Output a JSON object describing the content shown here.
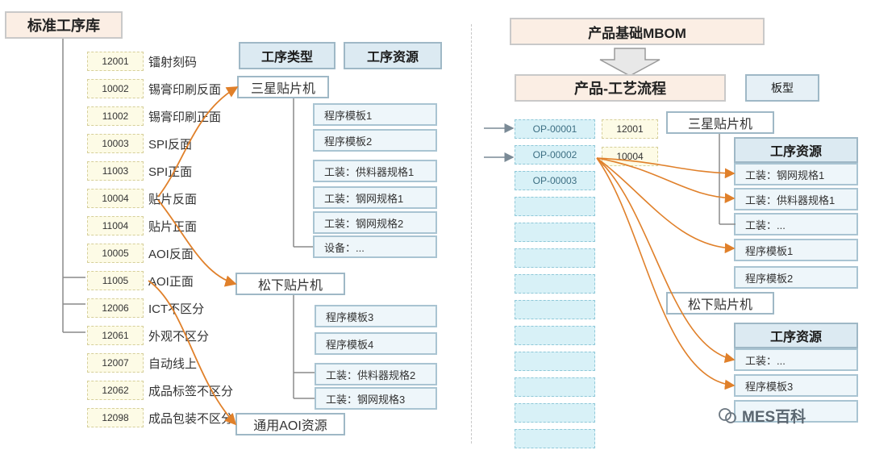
{
  "left": {
    "title": "标准工序库",
    "process_type_header": "工序类型",
    "process_resource_header": "工序资源",
    "processes": [
      {
        "code": "12001",
        "name": "镭射刻码"
      },
      {
        "code": "10002",
        "name": "锡膏印刷反面"
      },
      {
        "code": "11002",
        "name": "锡膏印刷正面"
      },
      {
        "code": "10003",
        "name": "SPI反面"
      },
      {
        "code": "11003",
        "name": "SPI正面"
      },
      {
        "code": "10004",
        "name": "贴片反面"
      },
      {
        "code": "11004",
        "name": "贴片正面"
      },
      {
        "code": "10005",
        "name": "AOI反面"
      },
      {
        "code": "11005",
        "name": "AOI正面"
      },
      {
        "code": "12006",
        "name": "ICT不区分"
      },
      {
        "code": "12061",
        "name": "外观不区分"
      },
      {
        "code": "12007",
        "name": "自动线上"
      },
      {
        "code": "12062",
        "name": "成品标签不区分"
      },
      {
        "code": "12098",
        "name": "成品包装不区分"
      }
    ],
    "samsung": {
      "name": "三星贴片机",
      "resources": [
        "程序模板1",
        "程序模板2",
        "工装：供料器规格1",
        "工装：钢网规格1",
        "工装：钢网规格2",
        "设备：..."
      ]
    },
    "panasonic": {
      "name": "松下贴片机",
      "resources": [
        "程序模板3",
        "程序模板4",
        "工装：供料器规格2",
        "工装：钢网规格3"
      ]
    },
    "aoi_resource": "通用AOI资源"
  },
  "right": {
    "mbom_title": "产品基础MBOM",
    "flow_title": "产品-工艺流程",
    "board_type": "板型",
    "ops": [
      "OP-00001",
      "OP-00002",
      "OP-00003",
      "",
      "",
      "",
      "",
      "",
      "",
      "",
      "",
      "",
      ""
    ],
    "op_codes": [
      "12001",
      "10004"
    ],
    "samsung": {
      "name": "三星贴片机",
      "resource_header": "工序资源",
      "resources": [
        "工装：钢网规格1",
        "工装：供料器规格1",
        "工装：..."
      ],
      "programs": [
        "程序模板1",
        "程序模板2"
      ]
    },
    "panasonic": {
      "name": "松下贴片机",
      "resource_header": "工序资源",
      "resources": [
        "工装：...",
        "程序模板3",
        "..."
      ]
    }
  },
  "watermark": "MES百科",
  "colors": {
    "arrow": "#e0802a",
    "title_fill": "#fbeee4",
    "head_fill": "#dceaf2",
    "op_fill": "#d8f1f7",
    "code_fill": "#fdfbe6"
  }
}
